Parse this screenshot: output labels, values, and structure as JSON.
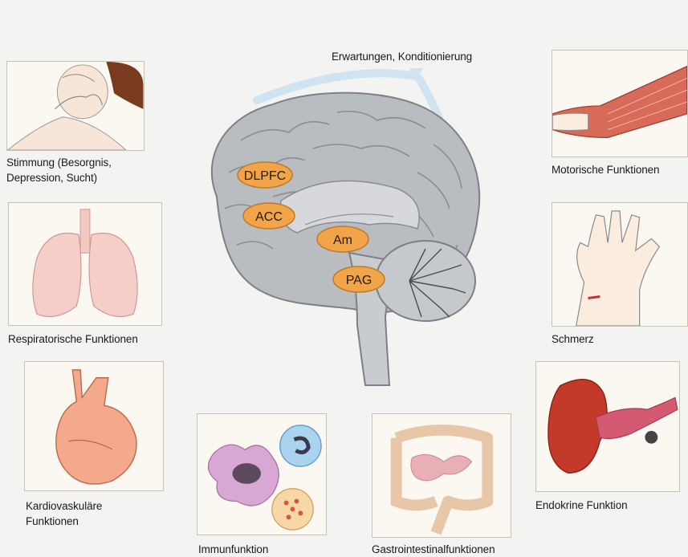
{
  "brain": {
    "top_label": "Erwartungen, Konditionierung",
    "regions": {
      "dlpfc": "DLPFC",
      "acc": "ACC",
      "am": "Am",
      "pag": "PAG"
    }
  },
  "panels": {
    "mood": {
      "caption_line1": "Stimmung (Besorgnis,",
      "caption_line2": "Depression, Sucht)"
    },
    "respiratory": {
      "caption": "Respiratorische Funktionen"
    },
    "cardio": {
      "caption_line1": "Kardiovaskuläre",
      "caption_line2": "Funktionen"
    },
    "immune": {
      "caption": "Immunfunktion"
    },
    "gastro": {
      "caption": "Gastrointestinalfunktionen"
    },
    "endocrine": {
      "caption": "Endokrine Funktion"
    },
    "pain": {
      "caption": "Schmerz"
    },
    "motor": {
      "caption": "Motorische Funktionen"
    }
  },
  "colors": {
    "region_fill": "#f0a54a",
    "brain_gray": "#b9bcc0",
    "arc_blue": "#cfe3f0"
  }
}
